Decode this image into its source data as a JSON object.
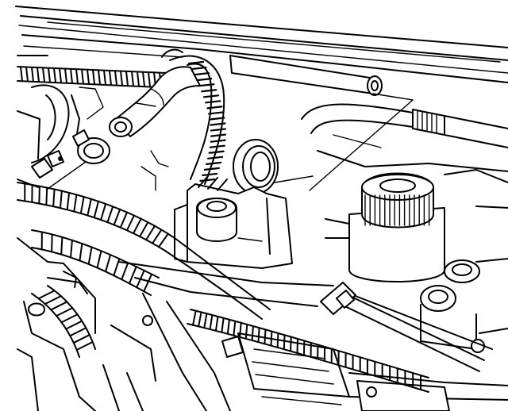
{
  "diagram": {
    "components": [
      {
        "name": "vacuum-hose",
        "icon": "hose-icon"
      },
      {
        "name": "hose-clamp",
        "icon": "clamp-icon"
      },
      {
        "name": "wiring-harness-conduit",
        "icon": "harness-icon"
      },
      {
        "name": "pcv-grommet-ring",
        "icon": "ring-icon"
      },
      {
        "name": "reservoir-cap",
        "icon": "cap-icon"
      },
      {
        "name": "throttle-body",
        "icon": "throttle-icon"
      },
      {
        "name": "intake-manifold",
        "icon": "manifold-icon"
      }
    ],
    "colors": {
      "line": "#000000",
      "background": "#ffffff"
    }
  }
}
